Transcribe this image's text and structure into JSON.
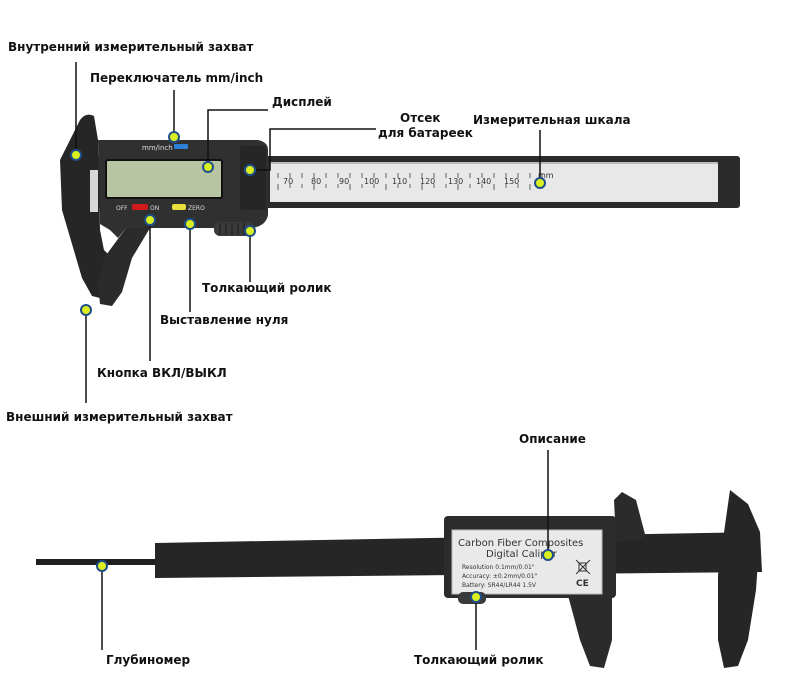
{
  "labels": {
    "inner_jaw": "Внутренний измерительный захват",
    "mm_inch_switch": "Переключатель mm/inch",
    "display": "Дисплей",
    "battery_line1": "Отсек",
    "battery_line2": "для батареек",
    "scale": "Измерительная шкала",
    "thumb_roller_top": "Толкающий ролик",
    "zero": "Выставление нуля",
    "power": "Кнопка ВКЛ/ВЫКЛ",
    "outer_jaw": "Внешний измерительный захват",
    "description": "Описание",
    "depth_gauge": "Глубиномер",
    "thumb_roller_bottom": "Толкающий ролик"
  },
  "device_top": {
    "unit_text": "mm/inch",
    "off_text": "OFF",
    "on_text": "ON",
    "zero_text": "ZERO",
    "scale_numbers": [
      "70",
      "80",
      "90",
      "100",
      "110",
      "120",
      "130",
      "140",
      "150"
    ],
    "scale_unit": "mm"
  },
  "device_bottom": {
    "plate_line1": "Carbon Fiber Composites",
    "plate_line2": "Digital Caliper",
    "plate_line3": "Resolution 0.1mm/0.01\"",
    "plate_line4": "Accuracy: ±0.2mm/0.01\"",
    "plate_line5": "Battery: SR44/LR44 1.5V",
    "ce_mark": "CE"
  },
  "colors": {
    "marker_fill": "#d9ef1f",
    "marker_ring": "#1f4f8a",
    "body": "#2a2a2a",
    "lcd": "#b7c5a3",
    "off_button": "#d11b1b",
    "zero_button": "#e8df3a",
    "mm_switch": "#2d7fd8"
  }
}
